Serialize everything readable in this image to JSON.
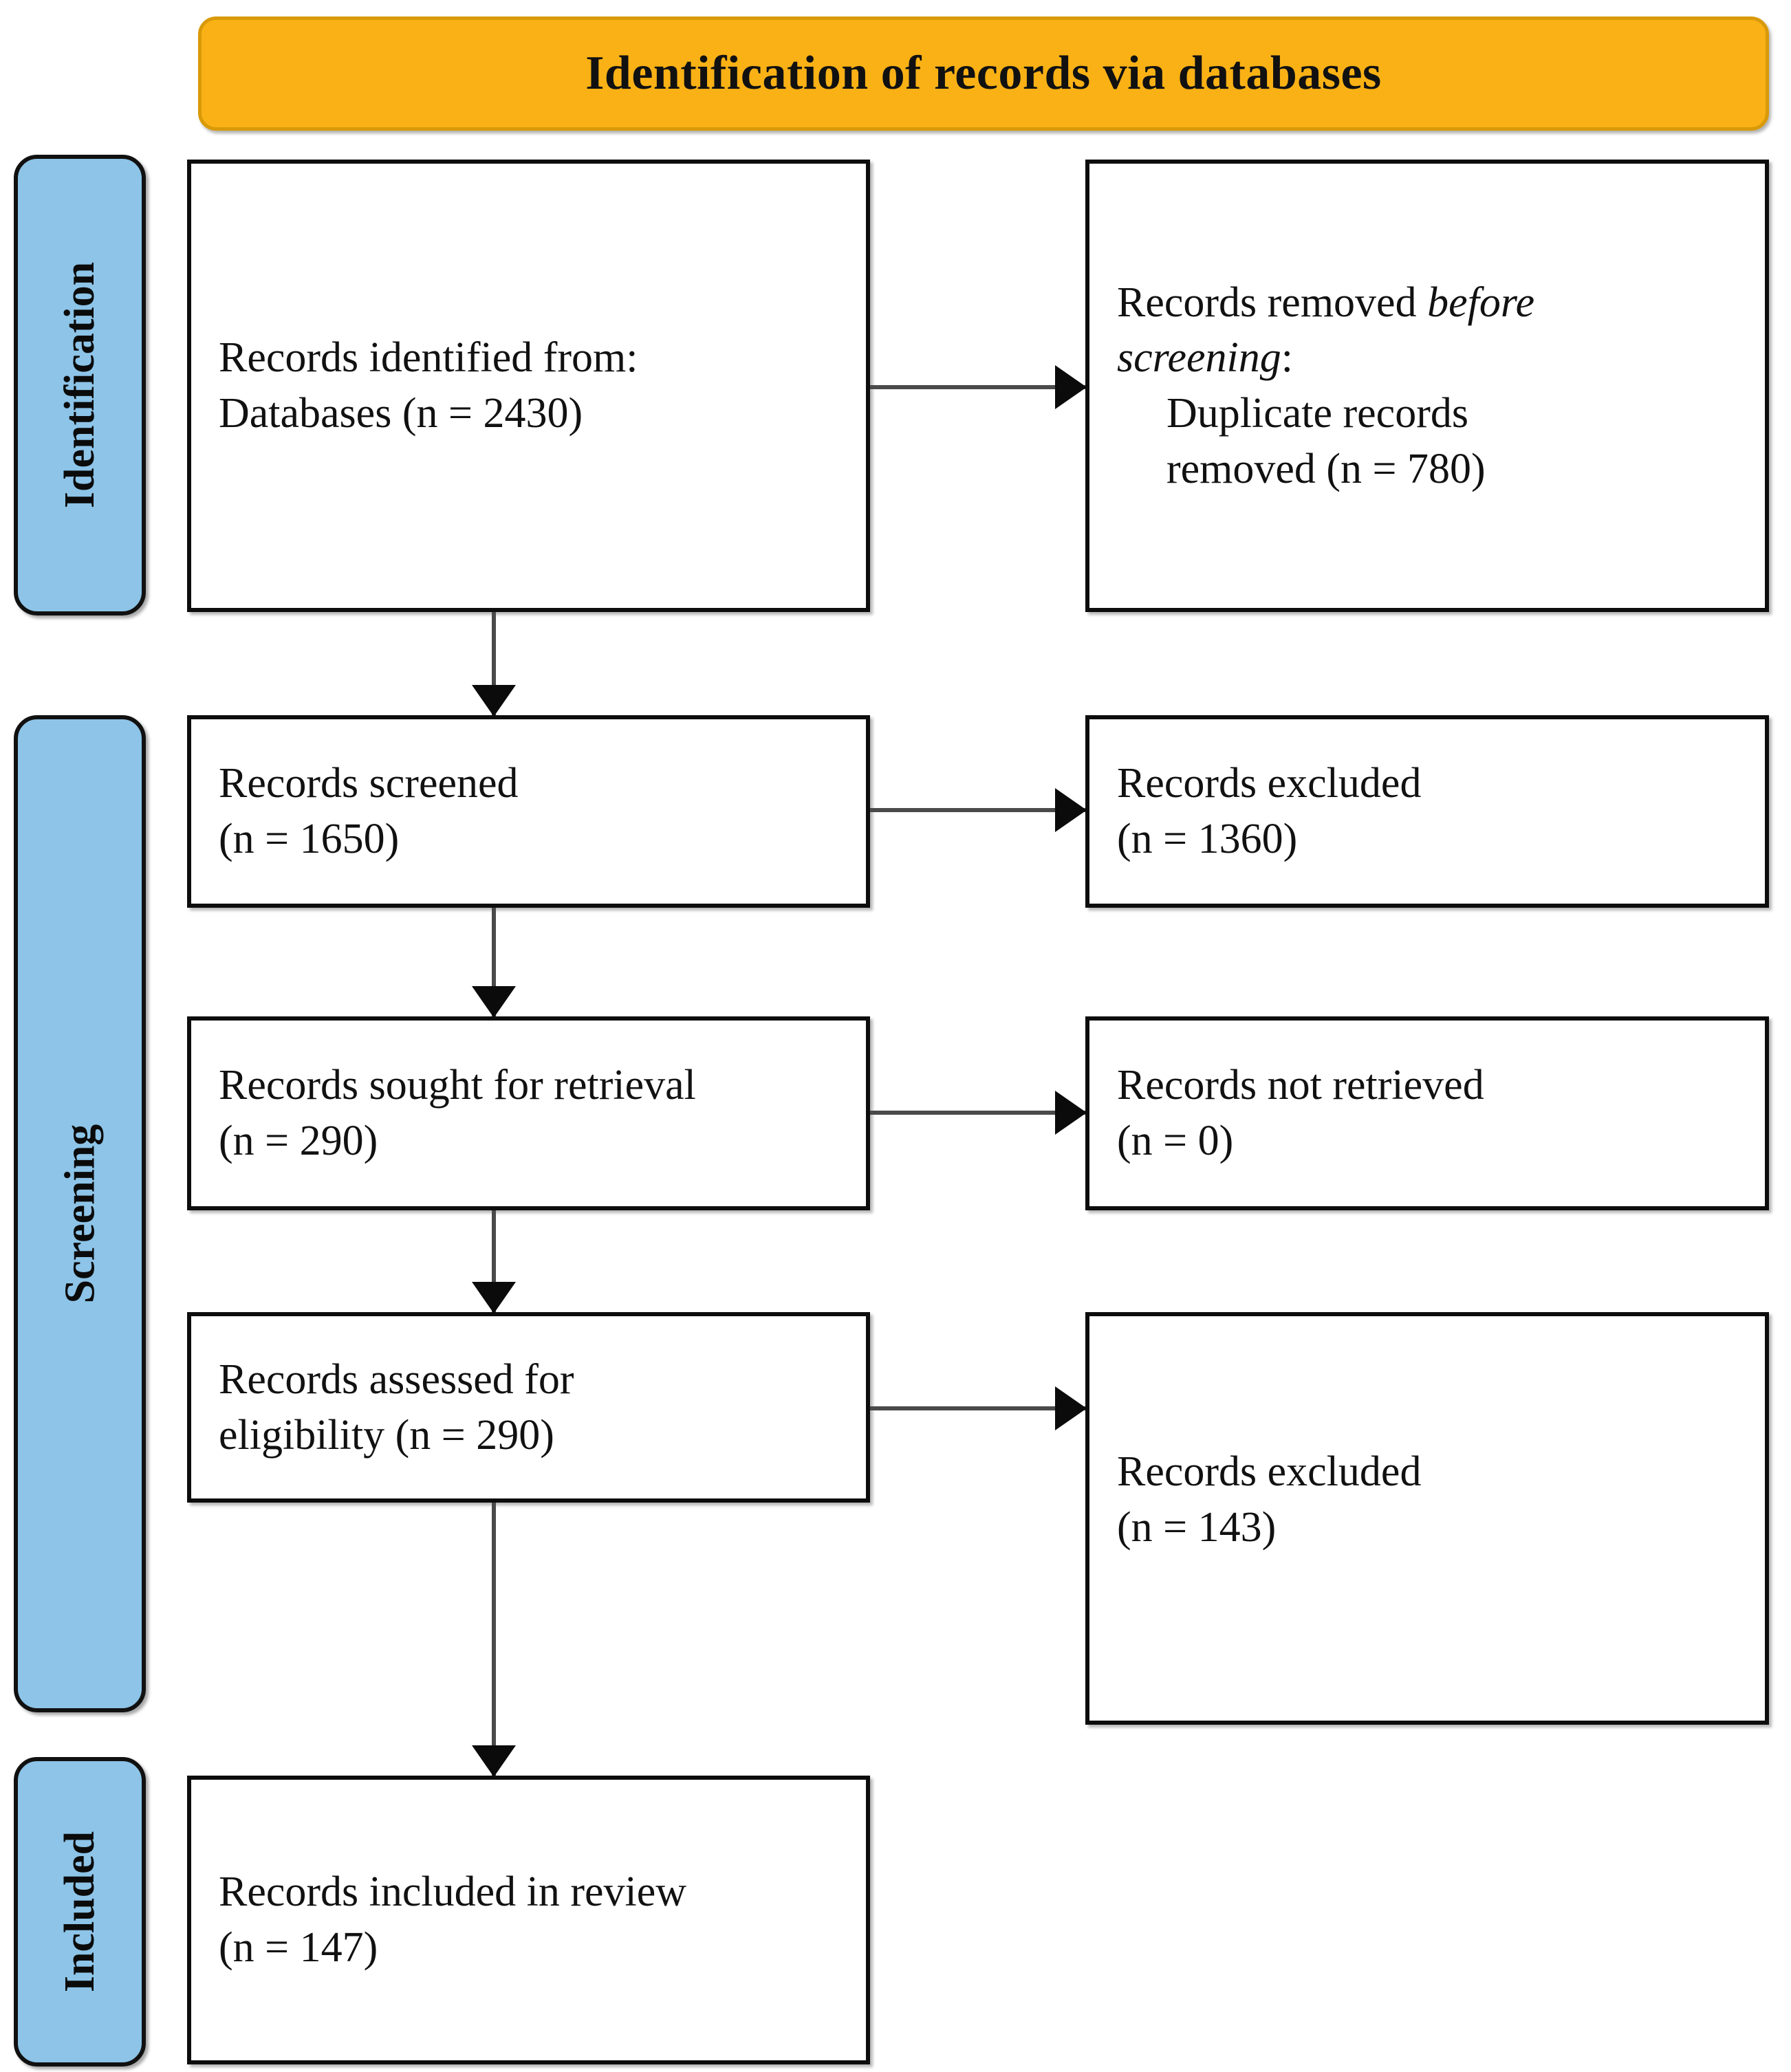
{
  "diagram": {
    "type": "PRISMA flow diagram",
    "header": {
      "title": "Identification of records via databases"
    },
    "stages": [
      {
        "key": "identification",
        "label": "Identification"
      },
      {
        "key": "screening",
        "label": "Screening"
      },
      {
        "key": "included",
        "label": "Included"
      }
    ],
    "colors": {
      "header_fill": "#F9B115",
      "header_border": "#D99A09",
      "stage_fill": "#8DC4E8",
      "stage_border": "#111111",
      "box_border": "#0D0D0D",
      "box_fill": "#FFFFFF",
      "arrow": "#0B0B0B",
      "text": "#111111"
    },
    "boxes": {
      "identified": {
        "line1": "Records identified from:",
        "line2": "Databases (n = 2430)",
        "n": 2430
      },
      "removed": {
        "line1_plain": "Records removed ",
        "line1_italic": "before",
        "line2_italic": "screening",
        "line2_plain": ":",
        "line3": "Duplicate records",
        "line4": "removed (n = 780)",
        "n": 780
      },
      "screened": {
        "line1": "Records screened",
        "line2": "(n = 1650)",
        "n": 1650
      },
      "excluded_screening": {
        "line1": "Records excluded",
        "line2": "(n = 1360)",
        "n": 1360
      },
      "sought": {
        "line1": "Records sought for retrieval",
        "line2": "(n = 290)",
        "n": 290
      },
      "not_retrieved": {
        "line1": "Records not retrieved",
        "line2": "(n = 0)",
        "n": 0
      },
      "assessed": {
        "line1": "Records assessed for",
        "line2": "eligibility (n = 290)",
        "n": 290
      },
      "excluded_eligibility": {
        "line1": "Records excluded",
        "line2": "(n = 143)",
        "n": 143
      },
      "included": {
        "line1": "Records included in review",
        "line2": "(n = 147)",
        "n": 147
      }
    }
  }
}
